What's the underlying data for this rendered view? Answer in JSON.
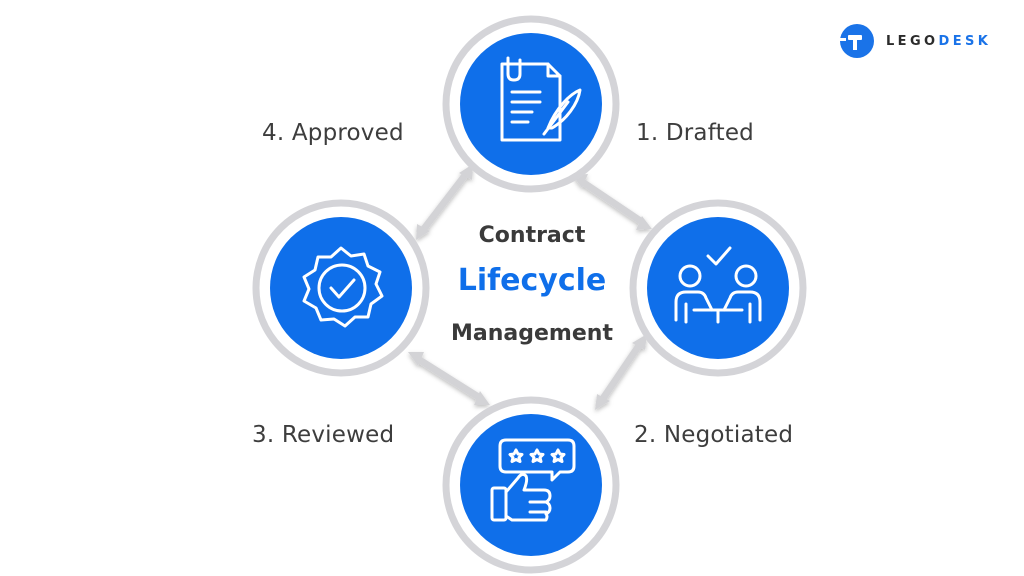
{
  "logo": {
    "part1": "LEGO",
    "part2": "DESK",
    "color_dark": "#2b2b2b",
    "color_blue": "#1a73e8"
  },
  "center": {
    "line1": "Contract",
    "line2": "Lifecycle",
    "line3": "Management",
    "highlight_color": "#0f6fea"
  },
  "stages": [
    {
      "label": "1. Drafted",
      "icon": "contract-quill-icon"
    },
    {
      "label": "2. Negotiated",
      "icon": "handshake-meeting-icon"
    },
    {
      "label": "3. Reviewed",
      "icon": "thumbs-up-rating-icon"
    },
    {
      "label": "4. Approved",
      "icon": "check-badge-icon"
    }
  ],
  "colors": {
    "circle": "#0f6fea",
    "ring": "#d4d4d8",
    "arrow": "#d3d3d6"
  }
}
